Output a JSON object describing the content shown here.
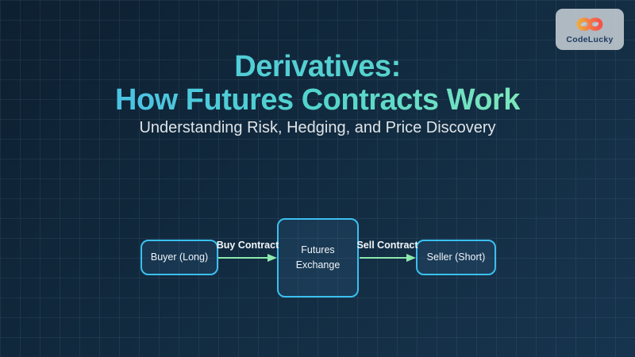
{
  "brand": {
    "name": "CodeLucky"
  },
  "title": {
    "line1": "Derivatives:",
    "line2": "How Futures Contracts Work",
    "subtitle": "Understanding Risk, Hedging, and Price Discovery"
  },
  "diagram": {
    "nodes": [
      {
        "id": "buyer",
        "label": "Buyer (Long)"
      },
      {
        "id": "exchange",
        "label": "Futures Exchange"
      },
      {
        "id": "seller",
        "label": "Seller (Short)"
      }
    ],
    "edges": [
      {
        "from": "buyer",
        "to": "exchange",
        "label": "Buy Contract"
      },
      {
        "from": "exchange",
        "to": "seller",
        "label": "Sell Contract"
      }
    ]
  },
  "colors": {
    "background_top_left": "#0d1f30",
    "background_bottom_right": "#17344e",
    "grid_line": "#2c455c",
    "title_line1_gradient": [
      "#48c4e2",
      "#60dcc2"
    ],
    "title_line2_gradient": [
      "#47b8f2",
      "#52d4cc",
      "#95f1b3"
    ],
    "subtitle_text": "#dfe4e8",
    "node_border": "#3bc0f0",
    "node_text": "#eef4f8",
    "arrow": "#8ce9ae",
    "edge_label_text": "#f2f6fa",
    "logo_card_background": "#c5cdd4",
    "logo_text": "#1d3a5e",
    "logo_icon_gradient": [
      "#f2a838",
      "#f4514b"
    ]
  }
}
